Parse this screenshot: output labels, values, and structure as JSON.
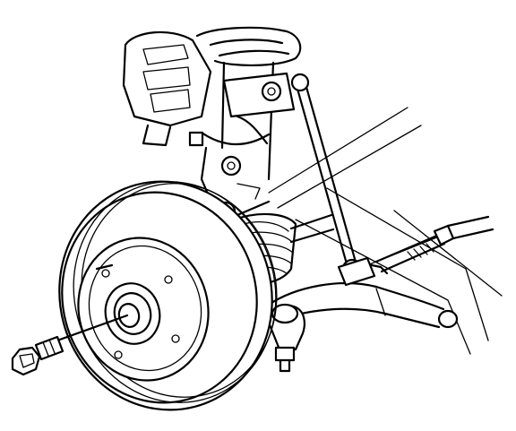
{
  "diagram": {
    "parts": [
      {
        "id": "axle-bolt",
        "icon": "hex-flange-bolt"
      },
      {
        "id": "brake-rotor",
        "icon": "disc-rotor"
      },
      {
        "id": "wheel-hub",
        "icon": "hub-with-studs"
      },
      {
        "id": "drive-axle-boot",
        "icon": "cv-joint-boot"
      },
      {
        "id": "brake-caliper",
        "icon": "caliper"
      },
      {
        "id": "strut-assembly",
        "icon": "coil-spring-strut"
      },
      {
        "id": "stabilizer-link",
        "icon": "link-rod"
      },
      {
        "id": "tie-rod-end",
        "icon": "ball-joint"
      },
      {
        "id": "lower-control-arm",
        "icon": "control-arm"
      },
      {
        "id": "steering-rack",
        "icon": "rack-and-pinion"
      }
    ]
  }
}
